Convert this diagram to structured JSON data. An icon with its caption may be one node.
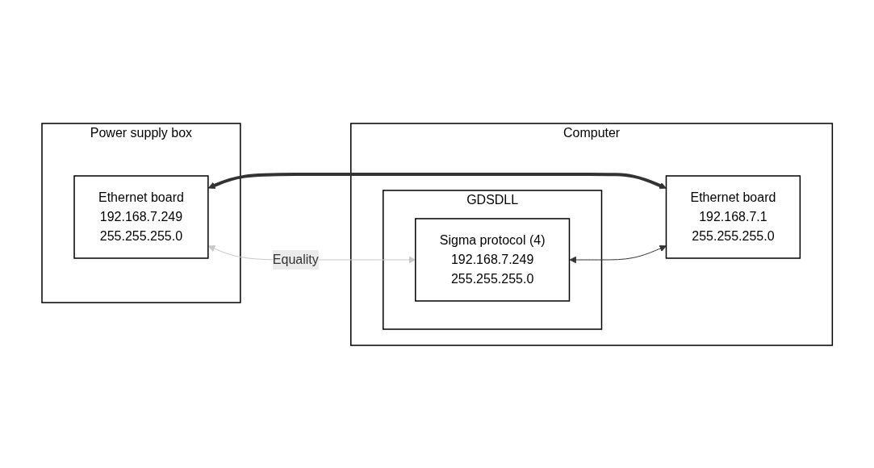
{
  "diagram": {
    "nodes": [
      {
        "text": [
          "Power supply box"
        ]
      },
      {
        "text": [
          "Ethernet board",
          "192.168.7.249",
          "255.255.255.0"
        ],
        "in": 0
      },
      {
        "text": [
          "Computer"
        ]
      },
      {
        "text": [
          "GDSDLL"
        ],
        "in": 2
      },
      {
        "text": [
          "Sigma protocol (4)",
          "192.168.7.249",
          "255.255.255.0"
        ],
        "in": 3
      },
      {
        "text": [
          "Ethernet board",
          "192.168.7.1",
          "255.255.255.0"
        ],
        "in": 2
      }
    ],
    "edges": [
      {
        "from": 1,
        "to": 4,
        "arrow": "both",
        "label": "Equality",
        "color": "#c8c8c8"
      },
      {
        "from": 1,
        "to": 5,
        "arrow": "both",
        "style": "thick"
      },
      {
        "from": 4,
        "to": 5,
        "arrow": "both"
      }
    ]
  }
}
